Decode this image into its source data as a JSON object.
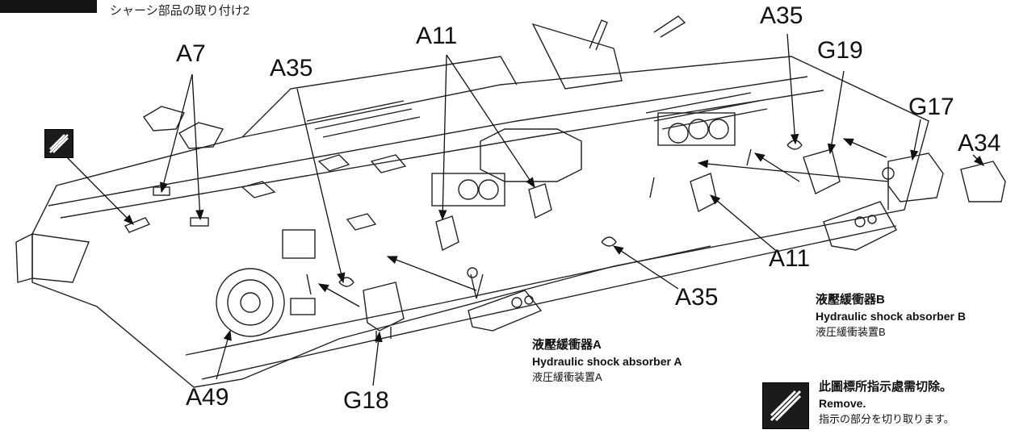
{
  "header": {
    "title": "シャーシ部品の取り付け2"
  },
  "part_labels": {
    "a7": "A7",
    "a35_left": "A35",
    "a11_top": "A11",
    "a35_top": "A35",
    "g19": "G19",
    "g17": "G17",
    "a34": "A34",
    "a11_right": "A11",
    "a35_mid": "A35",
    "a49": "A49",
    "g18": "G18"
  },
  "shock_absorber_a": {
    "chinese": "液壓緩衝器A",
    "english": "Hydraulic shock absorber A",
    "japanese": "液圧緩衝装置A"
  },
  "shock_absorber_b": {
    "chinese": "液壓緩衝器B",
    "english": "Hydraulic shock absorber B",
    "japanese": "液圧緩衝装置B"
  },
  "remove_note": {
    "chinese": "此圖標所指示處需切除。",
    "english": "Remove.",
    "japanese": "指示の部分を切り取ります。"
  },
  "icons": {
    "remove_icon": "cutter-remove-icon",
    "header_badge": "step-badge"
  }
}
